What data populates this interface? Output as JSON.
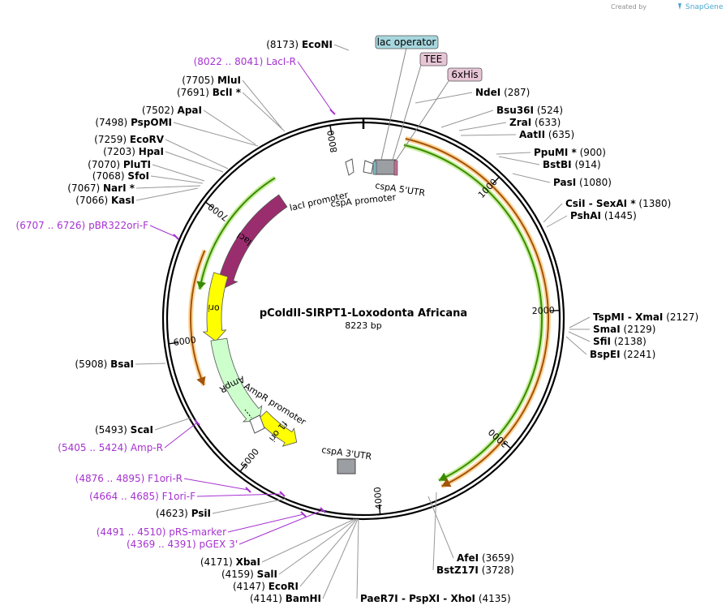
{
  "branding": {
    "prefix": "Created by",
    "product": "SnapGene"
  },
  "plasmid": {
    "name": "pColdII-SIRPT1-Loxodonta Africana",
    "length_label": "8223 bp",
    "length": 8223
  },
  "ticks": [
    {
      "pos": 1000,
      "label": "1000"
    },
    {
      "pos": 2000,
      "label": "2000"
    },
    {
      "pos": 3000,
      "label": "3000"
    },
    {
      "pos": 4000,
      "label": "4000"
    },
    {
      "pos": 5000,
      "label": "5000"
    },
    {
      "pos": 6000,
      "label": "6000"
    },
    {
      "pos": 7000,
      "label": "7000"
    },
    {
      "pos": 8000,
      "label": "8000"
    }
  ],
  "features": [
    {
      "name": "lacI",
      "kind": "arrow",
      "start": 6450,
      "end": 7440,
      "dir": -1,
      "color": "#9a2d6e",
      "label": "lacI"
    },
    {
      "name": "ori",
      "kind": "arrow",
      "start": 5970,
      "end": 6560,
      "dir": -1,
      "color": "#ffff00",
      "label": "ori"
    },
    {
      "name": "AmpR",
      "kind": "arrow",
      "start": 5150,
      "end": 5980,
      "dir": -1,
      "color": "#ccffcc",
      "label": "AmpR"
    },
    {
      "name": "f1-ori",
      "kind": "arrow",
      "start": 4760,
      "end": 5170,
      "dir": -1,
      "color": "#ffff00",
      "label": "f1 ori"
    }
  ],
  "feature_labels": [
    {
      "text": "lacI promoter"
    },
    {
      "text": "cspA promoter"
    },
    {
      "text": "cspA 5'UTR"
    },
    {
      "text": "AmpR promoter"
    },
    {
      "text": "cspA 3'UTR"
    }
  ],
  "boxed_labels": [
    {
      "text": "lac operator",
      "color": "#a7d7de"
    },
    {
      "text": "TEE",
      "color": "#e7c5d5"
    },
    {
      "text": "6xHis",
      "color": "#e7c5d5"
    }
  ],
  "orfs": [
    {
      "start": 300,
      "end": 3540,
      "color": "#3a8a00",
      "glow": "#c7ee9d"
    },
    {
      "start": 300,
      "end": 3540,
      "color": "#a3530a",
      "glow": "#ffd59a"
    },
    {
      "start": 5650,
      "end": 6700,
      "color": "#a3530a",
      "glow": "#ffd59a"
    },
    {
      "start": 6400,
      "end": 7490,
      "color": "#3a8a00",
      "glow": "#c7ee9d"
    }
  ],
  "sites": [
    {
      "name": "EcoNI",
      "pos_label": "(8173)",
      "pos": 8173
    },
    {
      "name": "MluI",
      "pos_label": "(7705)",
      "pos": 7705
    },
    {
      "name": "BclI *",
      "pos_label": "(7691)",
      "pos": 7691
    },
    {
      "name": "ApaI",
      "pos_label": "(7502)",
      "pos": 7502
    },
    {
      "name": "PspOMI",
      "pos_label": "(7498)",
      "pos": 7498
    },
    {
      "name": "EcoRV",
      "pos_label": "(7259)",
      "pos": 7259
    },
    {
      "name": "HpaI",
      "pos_label": "(7203)",
      "pos": 7203
    },
    {
      "name": "PluTI",
      "pos_label": "(7070)",
      "pos": 7070
    },
    {
      "name": "SfoI",
      "pos_label": "(7068)",
      "pos": 7068
    },
    {
      "name": "NarI *",
      "pos_label": "(7067)",
      "pos": 7067
    },
    {
      "name": "KasI",
      "pos_label": "(7066)",
      "pos": 7066
    },
    {
      "name": "NdeI",
      "pos_label": "(287)",
      "pos": 287
    },
    {
      "name": "Bsu36I",
      "pos_label": "(524)",
      "pos": 524
    },
    {
      "name": "ZraI",
      "pos_label": "(633)",
      "pos": 633
    },
    {
      "name": "AatII",
      "pos_label": "(635)",
      "pos": 635
    },
    {
      "name": "PpuMI *",
      "pos_label": "(900)",
      "pos": 900
    },
    {
      "name": "BstBI",
      "pos_label": "(914)",
      "pos": 914
    },
    {
      "name": "PasI",
      "pos_label": "(1080)",
      "pos": 1080
    },
    {
      "name": "CsiI  -  SexAI *",
      "pos_label": "(1380)",
      "pos": 1380
    },
    {
      "name": "PshAI",
      "pos_label": "(1445)",
      "pos": 1445
    },
    {
      "name": "TspMI  -  XmaI",
      "pos_label": "(2127)",
      "pos": 2127
    },
    {
      "name": "SmaI",
      "pos_label": "(2129)",
      "pos": 2129
    },
    {
      "name": "SfiI",
      "pos_label": "(2138)",
      "pos": 2138
    },
    {
      "name": "BspEI",
      "pos_label": "(2241)",
      "pos": 2241
    },
    {
      "name": "AfeI",
      "pos_label": "(3659)",
      "pos": 3659
    },
    {
      "name": "BstZ17I",
      "pos_label": "(3728)",
      "pos": 3728
    },
    {
      "name": "PaeR7I  -  PspXI  -  XhoI",
      "pos_label": "(4135)",
      "pos": 4135
    },
    {
      "name": "BamHI",
      "pos_label": "(4141)",
      "pos": 4141
    },
    {
      "name": "EcoRI",
      "pos_label": "(4147)",
      "pos": 4147
    },
    {
      "name": "SalI",
      "pos_label": "(4159)",
      "pos": 4159
    },
    {
      "name": "XbaI",
      "pos_label": "(4171)",
      "pos": 4171
    },
    {
      "name": "PsiI",
      "pos_label": "(4623)",
      "pos": 4623
    },
    {
      "name": "ScaI",
      "pos_label": "(5493)",
      "pos": 5493
    },
    {
      "name": "BsaI",
      "pos_label": "(5908)",
      "pos": 5908
    }
  ],
  "primers": [
    {
      "name": "LacI-R",
      "range_label": "(8022 .. 8041)",
      "pos": 8031
    },
    {
      "name": "pBR322ori-F",
      "range_label": "(6707 .. 6726)",
      "pos": 6716
    },
    {
      "name": "Amp-R",
      "range_label": "(5405 .. 5424)",
      "pos": 5414
    },
    {
      "name": "F1ori-R",
      "range_label": "(4876 .. 4895)",
      "pos": 4885
    },
    {
      "name": "F1ori-F",
      "range_label": "(4664 .. 4685)",
      "pos": 4674
    },
    {
      "name": "pRS-marker",
      "range_label": "(4491 .. 4510)",
      "pos": 4500
    },
    {
      "name": "pGEX 3'",
      "range_label": "(4369 .. 4391)",
      "pos": 4380
    }
  ]
}
